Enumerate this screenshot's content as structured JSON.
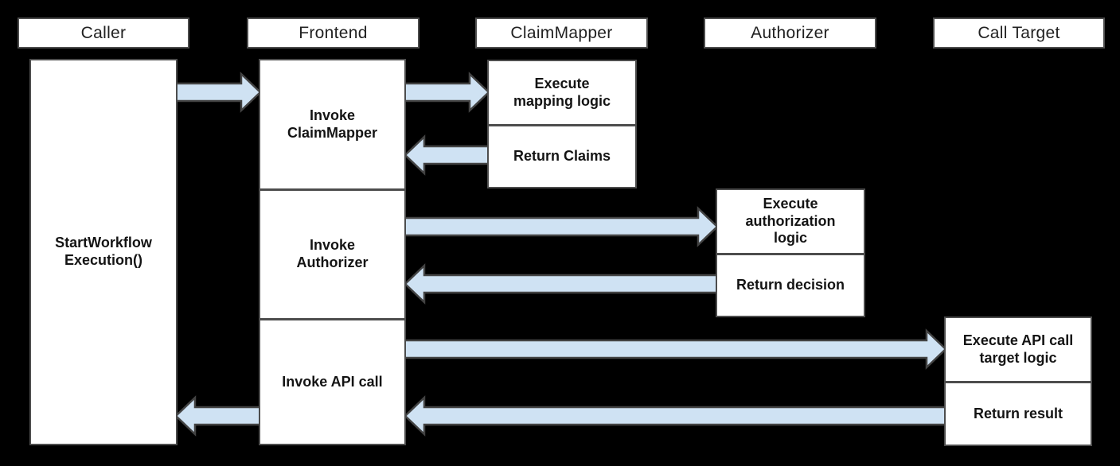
{
  "lanes": {
    "caller": {
      "header": "Caller"
    },
    "frontend": {
      "header": "Frontend"
    },
    "claimmapper": {
      "header": "ClaimMapper"
    },
    "authorizer": {
      "header": "Authorizer"
    },
    "call_target": {
      "header": "Call Target"
    }
  },
  "boxes": {
    "caller_start": {
      "lines": [
        "StartWorkflow",
        "Execution()"
      ]
    },
    "frontend_invoke_claimmapper": {
      "lines": [
        "Invoke",
        "ClaimMapper"
      ]
    },
    "frontend_invoke_authorizer": {
      "lines": [
        "Invoke",
        "Authorizer"
      ]
    },
    "frontend_invoke_api_call": {
      "lines": [
        "Invoke API call"
      ]
    },
    "claimmapper_execute": {
      "lines": [
        "Execute",
        "mapping logic"
      ]
    },
    "claimmapper_return": {
      "lines": [
        "Return Claims"
      ]
    },
    "authorizer_execute": {
      "lines": [
        "Execute",
        "authorization",
        "logic"
      ]
    },
    "authorizer_return": {
      "lines": [
        "Return decision"
      ]
    },
    "call_target_execute": {
      "lines": [
        "Execute API call",
        "target logic"
      ]
    },
    "call_target_return": {
      "lines": [
        "Return result"
      ]
    }
  },
  "flows": [
    {
      "from": "Caller",
      "to": "Frontend"
    },
    {
      "from": "Frontend",
      "to": "ClaimMapper"
    },
    {
      "from": "ClaimMapper",
      "to": "Frontend"
    },
    {
      "from": "Frontend",
      "to": "Authorizer"
    },
    {
      "from": "Authorizer",
      "to": "Frontend"
    },
    {
      "from": "Frontend",
      "to": "Call Target"
    },
    {
      "from": "Call Target",
      "to": "Frontend"
    },
    {
      "from": "Frontend",
      "to": "Caller"
    }
  ],
  "colors": {
    "background": "#000000",
    "box_fill": "#ffffff",
    "box_border": "#4d4d4d",
    "arrow_fill": "#cfe2f3",
    "arrow_stroke": "#434343",
    "text": "#1a1a1a"
  }
}
